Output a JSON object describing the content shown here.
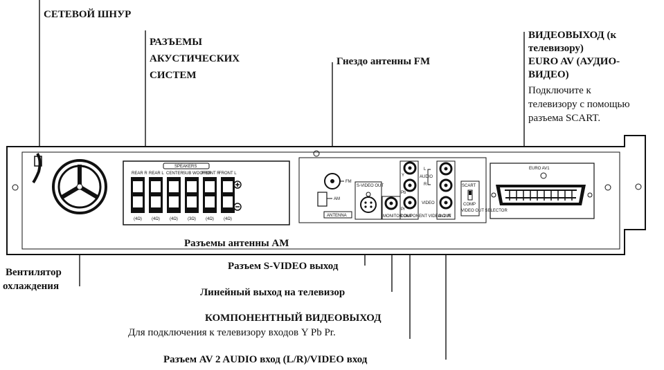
{
  "callouts": {
    "power_cord": "СЕТЕВОЙ ШНУР",
    "speaker_connectors": [
      "РАЗЪЕМЫ",
      "АКУСТИЧЕСКИХ",
      "СИСТЕМ"
    ],
    "fm_antenna": "Гнездо антенны FM",
    "euro_av_title_1": "ВИДЕОВЫХОД (к",
    "euro_av_title_2": "телевизору)",
    "euro_av_title_3": "EURO AV (АУДИО-",
    "euro_av_title_4": "ВИДЕО)",
    "euro_av_desc_1": "Подключите к",
    "euro_av_desc_2": "телевизору с помощью",
    "euro_av_desc_3": "разъема SCART.",
    "am_antenna": "Разъемы антенны AM",
    "cooling_fan_1": "Вентилятор",
    "cooling_fan_2": "охлаждения",
    "svideo_out": "Разъем S-VIDEO выход",
    "line_out": "Линейный выход на телевизор",
    "component_title": "КОМПОНЕНТНЫЙ ВИДЕОВЫХОД",
    "component_desc": "Для подключения к телевизору входов Y Pb Pr.",
    "av2_in": "Разъем AV 2 AUDIO вход (L/R)/VIDEO вход"
  },
  "panel": {
    "speakers_header": "SPEAKERS",
    "speaker_channels": [
      "REAR R",
      "REAR L",
      "CENTER",
      "SUB WOOFER",
      "FRONT R",
      "FRONT L"
    ],
    "impedances": [
      "(4Ω)",
      "(4Ω)",
      "(4Ω)",
      "(3Ω)",
      "(4Ω)",
      "(4Ω)"
    ],
    "fm_label": "FM",
    "am_label": "AM",
    "antenna_label": "ANTENNA",
    "svideo_label": "S-VIDEO OUT",
    "monitor_label": "MONITOR OUT",
    "component_label": "COMPONENT VIDEO OUT",
    "y_label": "Y",
    "pb_label": "Pb",
    "pr_label": "Pr",
    "audio_label": "AUDIO",
    "l_label": "L",
    "r_label": "R",
    "video_label": "VIDEO",
    "av2_label": "AV2 IN",
    "euro_label": "EURO AV1",
    "scart_label": "SCART",
    "comp_label": "COMP",
    "selector_label": "VIDEO OUT SELECTOR"
  }
}
